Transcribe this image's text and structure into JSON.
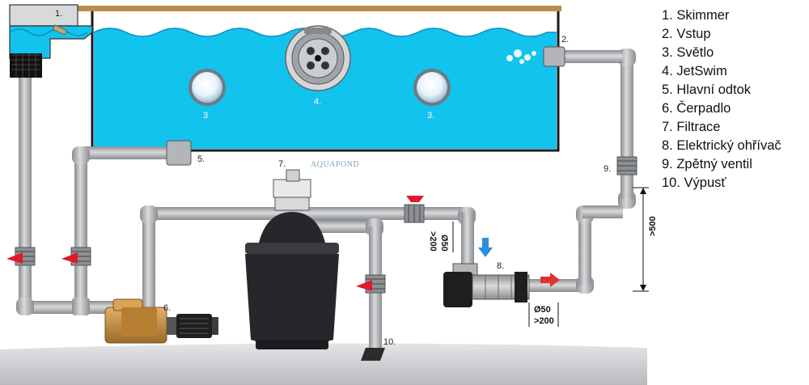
{
  "legend": [
    "1. Skimmer",
    "2. Vstup",
    "3. Světlo",
    "4. JetSwim",
    "5. Hlavní odtok",
    "6. Čerpadlo",
    "7. Filtrace",
    "8. Elektrický ohřívač",
    "9. Zpětný ventil",
    "10. Výpusť"
  ],
  "callouts": {
    "skimmer": "1.",
    "inlet": "2.",
    "light_left": "3",
    "jetswim": "4.",
    "light_right": "3.",
    "main_drain": "5.",
    "pump": "6.",
    "filter": "7.",
    "heater": "8.",
    "check_valve": "9.",
    "outlet": "10."
  },
  "dimensions": {
    "pipe_left_diameter": "Ø50",
    "pipe_left_length": ">200",
    "pipe_bottom_diameter": "Ø50",
    "pipe_bottom_length": ">200",
    "height": ">500"
  },
  "watermark": "AQUAPOND",
  "colors": {
    "water": "#12c3ee",
    "pipe": "#a9abae",
    "pipe_dark": "#6f7275",
    "valve_red": "#e2192c",
    "ground": "#d3d5d8",
    "filter_body": "#25272a",
    "pump_body": "#c79143",
    "arrow_blue": "#2a8fdc",
    "arrow_red": "#e2312d"
  }
}
